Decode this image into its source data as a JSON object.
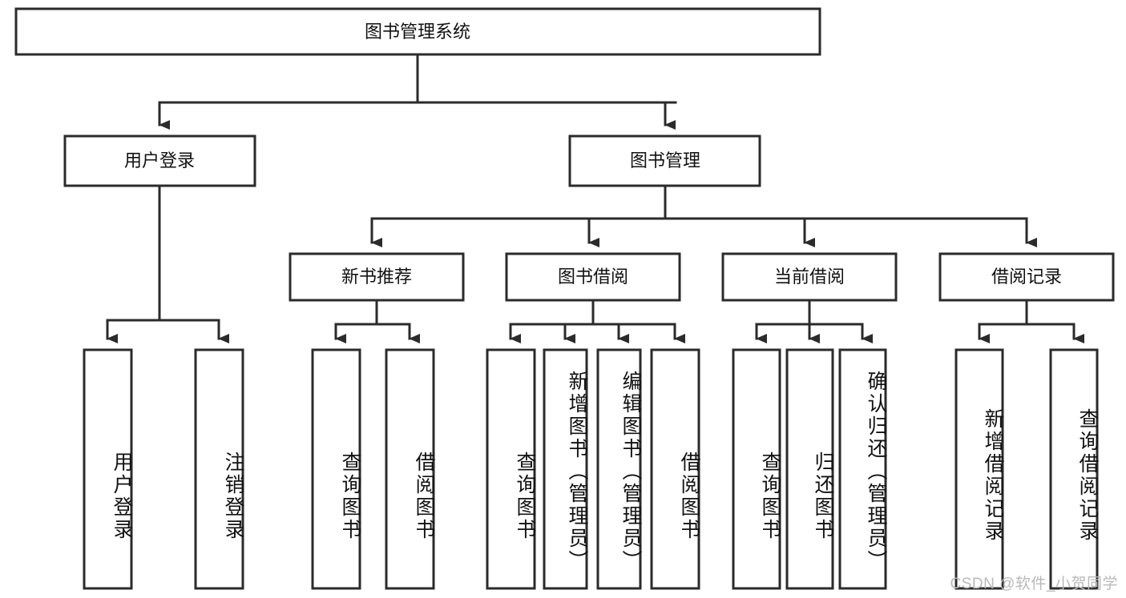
{
  "diagram": {
    "type": "tree",
    "title": "图书管理系统",
    "root": {
      "id": "root",
      "label": "图书管理系统"
    },
    "level2": [
      {
        "id": "user-login",
        "label": "用户登录"
      },
      {
        "id": "book-manage",
        "label": "图书管理"
      }
    ],
    "level3": [
      {
        "id": "new-book-recommend",
        "label": "新书推荐",
        "parent": "book-manage"
      },
      {
        "id": "book-borrow",
        "label": "图书借阅",
        "parent": "book-manage"
      },
      {
        "id": "current-borrow",
        "label": "当前借阅",
        "parent": "book-manage"
      },
      {
        "id": "borrow-record",
        "label": "借阅记录",
        "parent": "book-manage"
      }
    ],
    "leaves": [
      {
        "id": "leaf-user-login",
        "label": "用户登录",
        "parent": "user-login"
      },
      {
        "id": "leaf-user-logout",
        "label": "注销登录",
        "parent": "user-login"
      },
      {
        "id": "leaf-query-book-1",
        "label": "查询图书",
        "parent": "new-book-recommend"
      },
      {
        "id": "leaf-borrow-book-1",
        "label": "借阅图书",
        "parent": "new-book-recommend"
      },
      {
        "id": "leaf-query-book-2",
        "label": "查询图书",
        "parent": "book-borrow"
      },
      {
        "id": "leaf-add-book",
        "label": "新增图书（管理员）",
        "parent": "book-borrow"
      },
      {
        "id": "leaf-edit-book",
        "label": "编辑图书（管理员）",
        "parent": "book-borrow"
      },
      {
        "id": "leaf-borrow-book-2",
        "label": "借阅图书",
        "parent": "book-borrow"
      },
      {
        "id": "leaf-query-book-3",
        "label": "查询图书",
        "parent": "current-borrow"
      },
      {
        "id": "leaf-return-book",
        "label": "归还图书",
        "parent": "current-borrow"
      },
      {
        "id": "leaf-confirm-return",
        "label": "确认归还（管理员）",
        "parent": "current-borrow"
      },
      {
        "id": "leaf-add-record",
        "label": "新增借阅记录",
        "parent": "borrow-record"
      },
      {
        "id": "leaf-query-record",
        "label": "查询借阅记录",
        "parent": "borrow-record"
      }
    ]
  },
  "watermark": {
    "text": "CSDN @软件_小贺同学"
  },
  "colors": {
    "stroke": "#2b2b2b",
    "fill": "#ffffff",
    "text": "#111111",
    "watermark": "#b9b9b9"
  }
}
